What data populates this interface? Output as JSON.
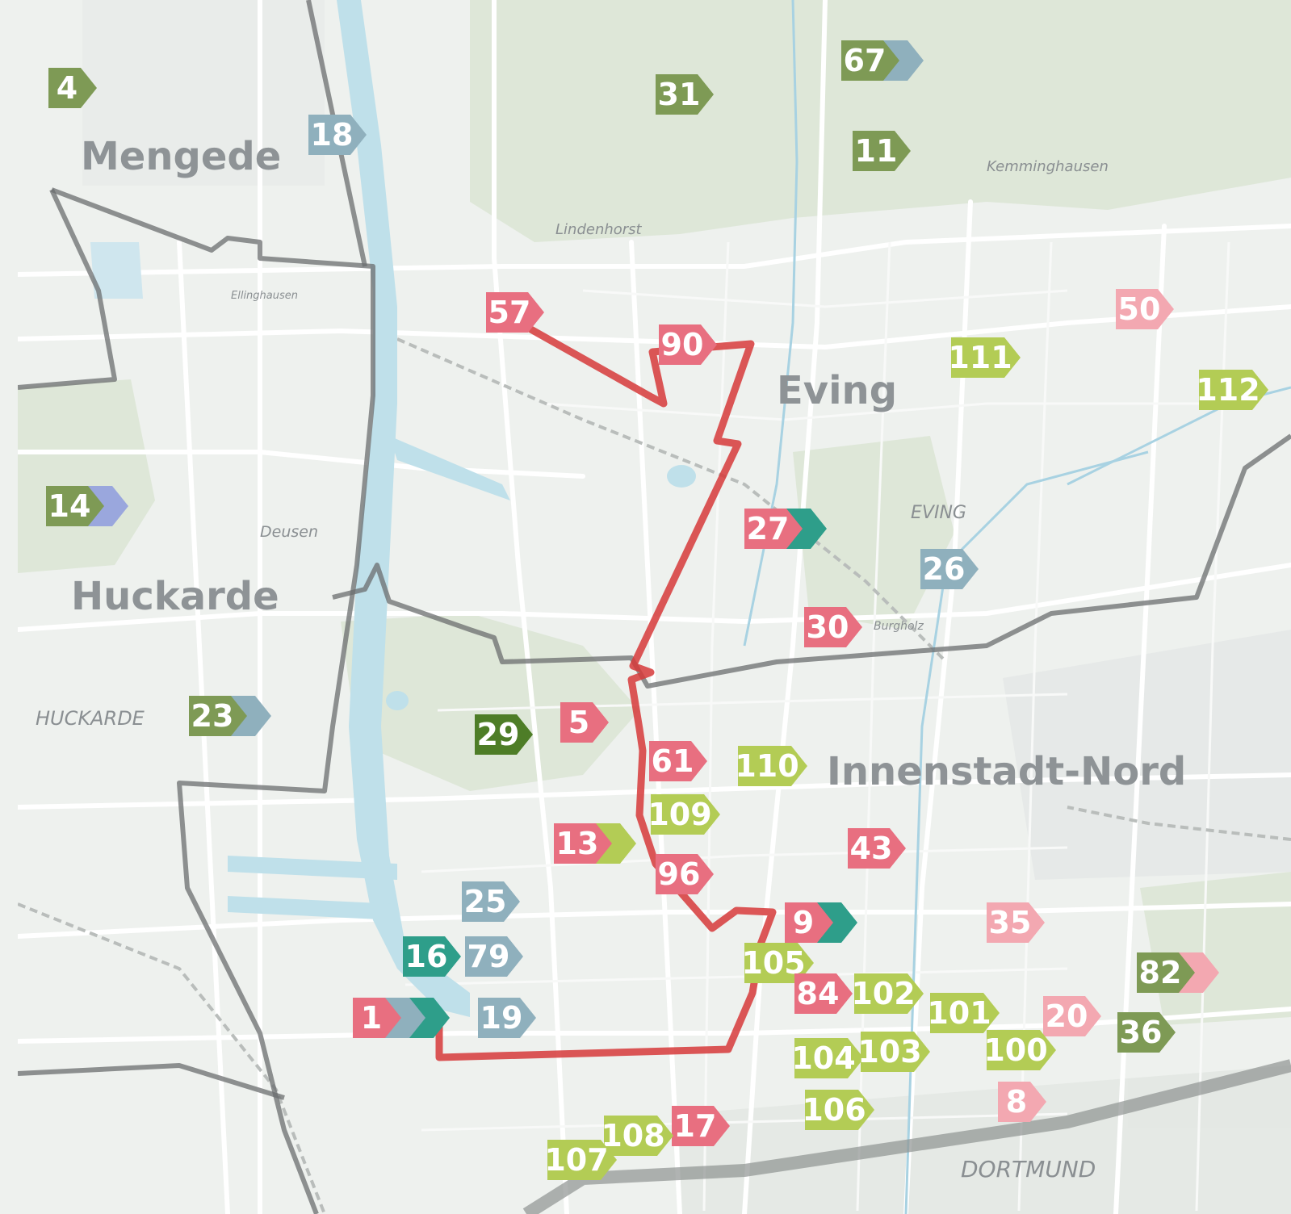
{
  "map": {
    "districts": [
      "Mengede",
      "Eving",
      "Huckarde",
      "Innenstadt-Nord"
    ],
    "localities": [
      "Lindenhorst",
      "Kemminghausen",
      "Ellinghausen",
      "Deusen",
      "EVING",
      "HUCKARDE",
      "Burgholz",
      "DORTMUND"
    ],
    "colors": {
      "pink": "#e86f80",
      "light_pink": "#f3a8b1",
      "olive": "#7e9a55",
      "dark_green": "#4e7d27",
      "lime": "#b3cc55",
      "blue_grey": "#8fb0bd",
      "teal": "#2e9e8a",
      "lavender": "#9aa7dd",
      "route_red": "#d63a3a",
      "boundary": "#6b6e6f",
      "canal": "#b8dde8",
      "forest": "#d9e6d3"
    },
    "markers": [
      {
        "number": "4",
        "color": "olive"
      },
      {
        "number": "18",
        "color": "blue_grey"
      },
      {
        "number": "31",
        "color": "olive"
      },
      {
        "number": "67",
        "color": "olive",
        "extra": [
          "blue_grey"
        ]
      },
      {
        "number": "11",
        "color": "olive"
      },
      {
        "number": "57",
        "color": "pink"
      },
      {
        "number": "90",
        "color": "pink"
      },
      {
        "number": "50",
        "color": "light_pink"
      },
      {
        "number": "111",
        "color": "lime"
      },
      {
        "number": "112",
        "color": "lime"
      },
      {
        "number": "14",
        "color": "olive",
        "extra": [
          "lavender"
        ]
      },
      {
        "number": "27",
        "color": "pink",
        "extra": [
          "teal"
        ]
      },
      {
        "number": "26",
        "color": "blue_grey"
      },
      {
        "number": "30",
        "color": "pink"
      },
      {
        "number": "23",
        "color": "olive",
        "extra": [
          "blue_grey"
        ]
      },
      {
        "number": "29",
        "color": "dark_green"
      },
      {
        "number": "5",
        "color": "pink"
      },
      {
        "number": "61",
        "color": "pink"
      },
      {
        "number": "110",
        "color": "lime"
      },
      {
        "number": "109",
        "color": "lime"
      },
      {
        "number": "13",
        "color": "pink",
        "extra": [
          "lime"
        ]
      },
      {
        "number": "96",
        "color": "pink"
      },
      {
        "number": "43",
        "color": "pink"
      },
      {
        "number": "25",
        "color": "blue_grey"
      },
      {
        "number": "9",
        "color": "pink",
        "extra": [
          "teal"
        ]
      },
      {
        "number": "35",
        "color": "light_pink"
      },
      {
        "number": "16",
        "color": "teal"
      },
      {
        "number": "79",
        "color": "blue_grey"
      },
      {
        "number": "105",
        "color": "lime"
      },
      {
        "number": "82",
        "color": "olive",
        "extra": [
          "light_pink"
        ]
      },
      {
        "number": "1",
        "color": "pink",
        "extra": [
          "blue_grey",
          "teal"
        ]
      },
      {
        "number": "19",
        "color": "blue_grey"
      },
      {
        "number": "84",
        "color": "pink"
      },
      {
        "number": "102",
        "color": "lime"
      },
      {
        "number": "101",
        "color": "lime"
      },
      {
        "number": "20",
        "color": "light_pink"
      },
      {
        "number": "36",
        "color": "olive"
      },
      {
        "number": "100",
        "color": "lime"
      },
      {
        "number": "104",
        "color": "lime"
      },
      {
        "number": "103",
        "color": "lime"
      },
      {
        "number": "8",
        "color": "light_pink"
      },
      {
        "number": "106",
        "color": "lime"
      },
      {
        "number": "17",
        "color": "pink"
      },
      {
        "number": "108",
        "color": "lime"
      },
      {
        "number": "107",
        "color": "lime"
      }
    ]
  }
}
